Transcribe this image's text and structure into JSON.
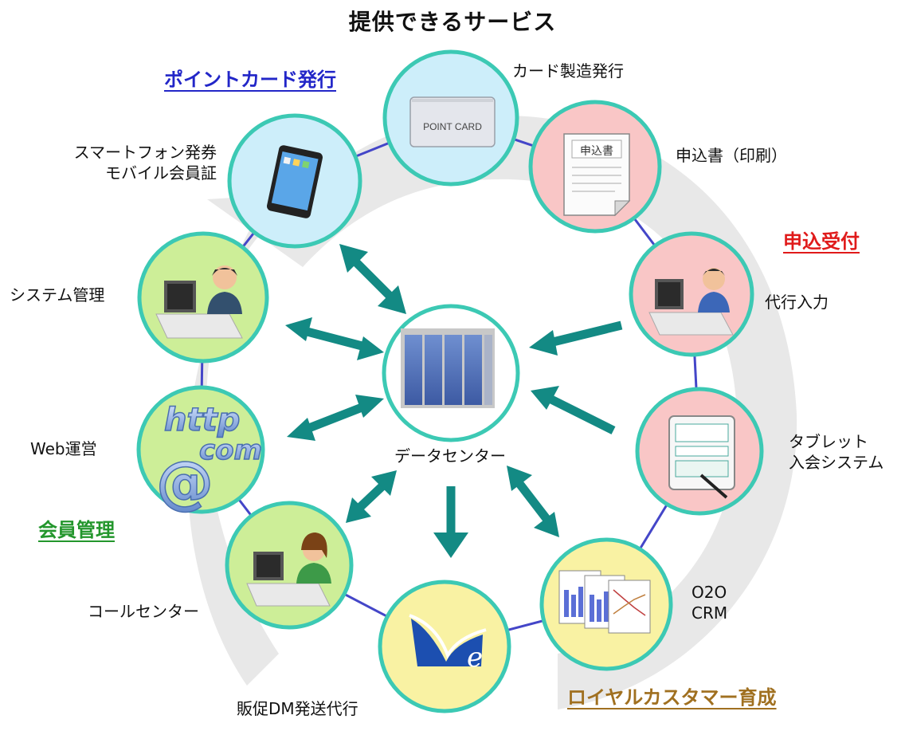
{
  "title": "提供できるサービス",
  "center": {
    "label": "データセンター"
  },
  "categories": {
    "point_card": "ポイントカード発行",
    "application": "申込受付",
    "member": "会員管理",
    "loyal": "ロイヤルカスタマー育成"
  },
  "nodes": {
    "card": {
      "label": "カード製造発行",
      "card_text": "POINT CARD",
      "fill": "#cdeefa"
    },
    "form": {
      "label": "申込書（印刷）",
      "form_text": "申込書",
      "fill": "#f9c6c6"
    },
    "agent": {
      "label": "代行入力",
      "fill": "#f9c6c6"
    },
    "tablet": {
      "lines": [
        "タブレット",
        "入会システム"
      ],
      "fill": "#f9c6c6"
    },
    "o2o": {
      "lines": [
        "O2O",
        "CRM"
      ],
      "fill": "#f9f2a3"
    },
    "mail": {
      "label": "販促DM発送代行",
      "fill": "#f9f2a3"
    },
    "call": {
      "label": "コールセンター",
      "fill": "#cdee98"
    },
    "web": {
      "label": "Web運営",
      "fill": "#cdee98",
      "http_text": "http",
      "com_text": "com"
    },
    "system": {
      "label": "システム管理",
      "fill": "#cdee98"
    },
    "smartphone": {
      "lines": [
        "スマートフォン発券",
        "モバイル会員証"
      ],
      "fill": "#cdeefa"
    }
  },
  "colors": {
    "ring_border": "#3cc9b4",
    "connector": "#4446c8",
    "arrow": "#138a84",
    "swirl": "#e6e6e6"
  }
}
